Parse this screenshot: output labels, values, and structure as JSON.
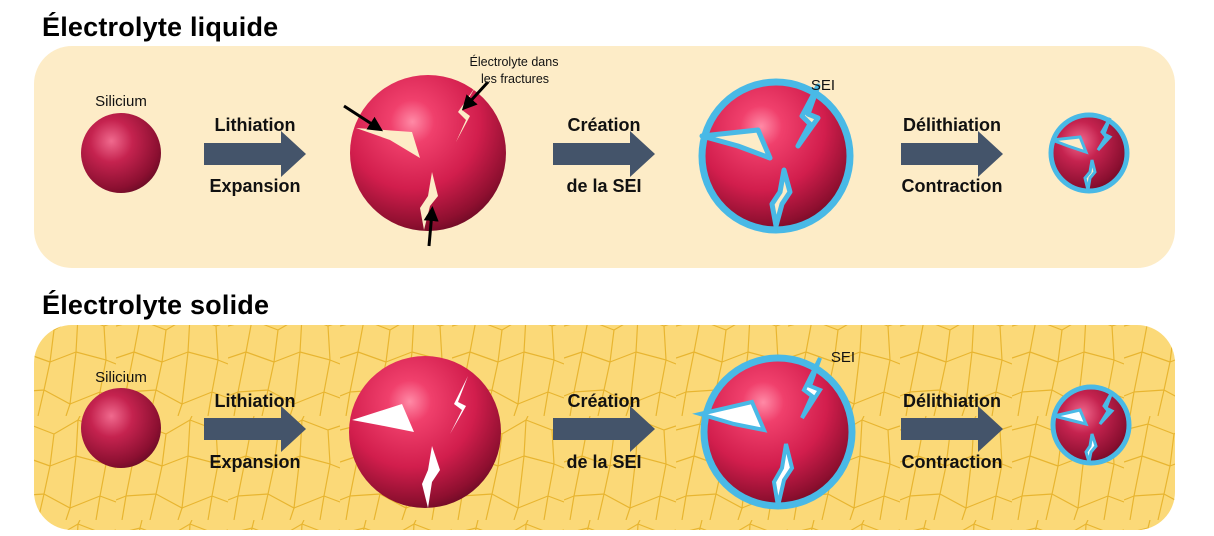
{
  "panels": [
    {
      "title": "Électrolyte liquide",
      "silicon_label": "Silicium",
      "step1_top": "Lithiation",
      "step1_bottom": "Expansion",
      "fracture_note_line1": "Électrolyte dans",
      "fracture_note_line2": "les fractures",
      "step2_top": "Création",
      "step2_bottom": "de la SEI",
      "sei_label": "SEI",
      "step3_top": "Délithiation",
      "step3_bottom": "Contraction"
    },
    {
      "title": "Électrolyte solide",
      "silicon_label": "Silicium",
      "step1_top": "Lithiation",
      "step1_bottom": "Expansion",
      "step2_top": "Création",
      "step2_bottom": "de la SEI",
      "sei_label": "SEI",
      "step3_top": "Délithiation",
      "step3_bottom": "Contraction"
    }
  ],
  "colors": {
    "liquid_background": "#fdecc7",
    "solid_background": "#fbd978",
    "grain_lines": "#e8b530",
    "arrow": "#44546a",
    "particle": "#d41f4d",
    "sei": "#49b9e6"
  }
}
